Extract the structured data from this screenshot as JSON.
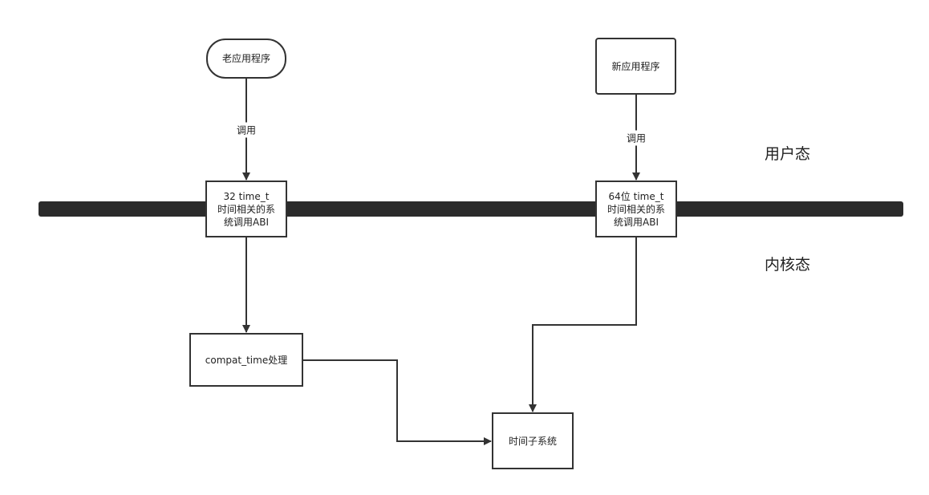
{
  "colors": {
    "stroke": "#333333",
    "boundary": "#2b2b2b",
    "fill": "#ffffff",
    "text": "#222222"
  },
  "zones": {
    "user_space": "用户态",
    "kernel_space": "内核态"
  },
  "nodes": {
    "old_app": "老应用程序",
    "new_app": "新应用程序",
    "abi_32": "32 time_t\n时间相关的系\n统调用ABI",
    "abi_64": "64位 time_t\n时间相关的系\n统调用ABI",
    "compat_time": "compat_time处理",
    "time_subsystem": "时间子系统"
  },
  "edges": {
    "old_call": "调用",
    "new_call": "调用"
  }
}
